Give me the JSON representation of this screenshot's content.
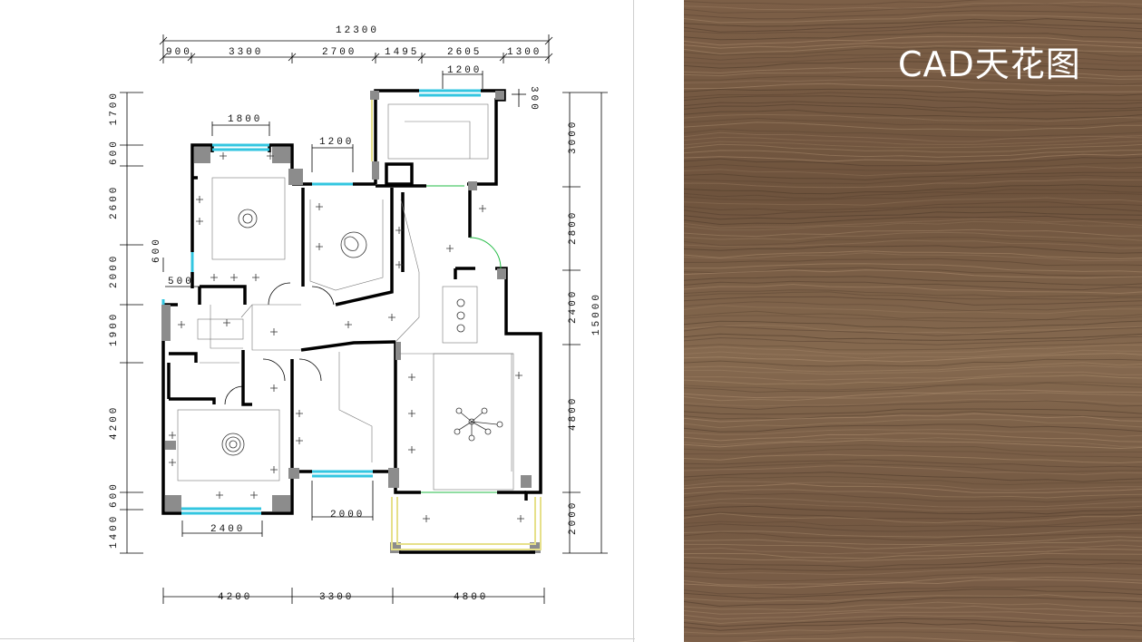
{
  "title": "CAD天花图",
  "colors": {
    "wall": "#000000",
    "column": "#8c8c8c",
    "window_glass": "#33c6e0",
    "balcony_glass": "#e6e08a",
    "door_swing": "#22bb44",
    "wood": "#7a5e46"
  },
  "dimensions": {
    "top_total": "12300",
    "top_segments": [
      "900",
      "3300",
      "2700",
      "1495",
      "2605",
      "1300"
    ],
    "top_window_1800": "1800",
    "top_window_1200_a": "1200",
    "top_window_1200_b": "1200",
    "top_small_300": "300",
    "left_segments": [
      "1700",
      "600",
      "2600",
      "2000",
      "1900",
      "4200",
      "600",
      "1400"
    ],
    "left_inner_600": "600",
    "left_inner_500": "500",
    "right_total": "15000",
    "right_segments": [
      "3000",
      "2800",
      "2400",
      "4800",
      "2000"
    ],
    "bottom_segments": [
      "4200",
      "3300",
      "4800"
    ],
    "bottom_window_2400": "2400",
    "bottom_window_2000": "2000"
  }
}
